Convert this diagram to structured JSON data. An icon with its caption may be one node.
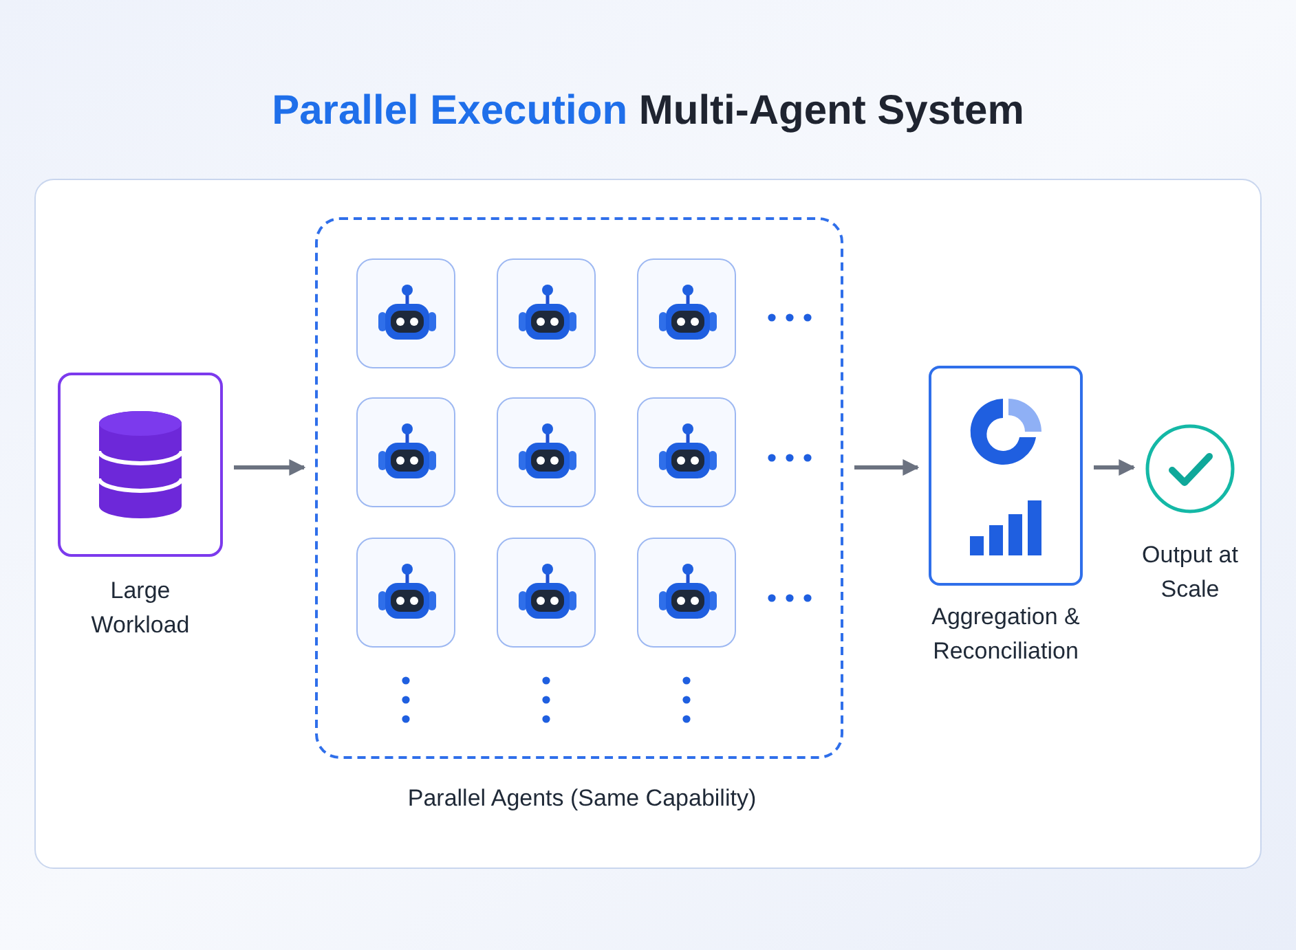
{
  "diagram": {
    "title": "**Parallel Execution** Multi-Agent System",
    "nodes": [
      {
        "text": [
          "Large Workload"
        ]
      },
      {
        "text": [
          "Parallel Agents (Same Capability)"
        ]
      },
      {
        "text": [],
        "shape": "box",
        "in": 1
      },
      {
        "text": [],
        "shape": "box",
        "in": 1
      },
      {
        "text": [],
        "shape": "box",
        "in": 1
      },
      {
        "text": [],
        "shape": "box",
        "in": 1
      },
      {
        "text": [],
        "shape": "box",
        "in": 1
      },
      {
        "text": [],
        "shape": "box",
        "in": 1
      },
      {
        "text": [],
        "shape": "box",
        "in": 1
      },
      {
        "text": [],
        "shape": "box",
        "in": 1
      },
      {
        "text": [],
        "shape": "box",
        "in": 1
      },
      {
        "text": [
          "Aggregation & Reconciliation"
        ]
      },
      {
        "text": [
          "Output at Scale"
        ]
      }
    ],
    "edges": [
      {
        "from": 0,
        "to": 1,
        "arrow": "to"
      },
      {
        "from": 1,
        "to": 11,
        "arrow": "to"
      },
      {
        "from": 11,
        "to": 12,
        "arrow": "to"
      }
    ]
  }
}
